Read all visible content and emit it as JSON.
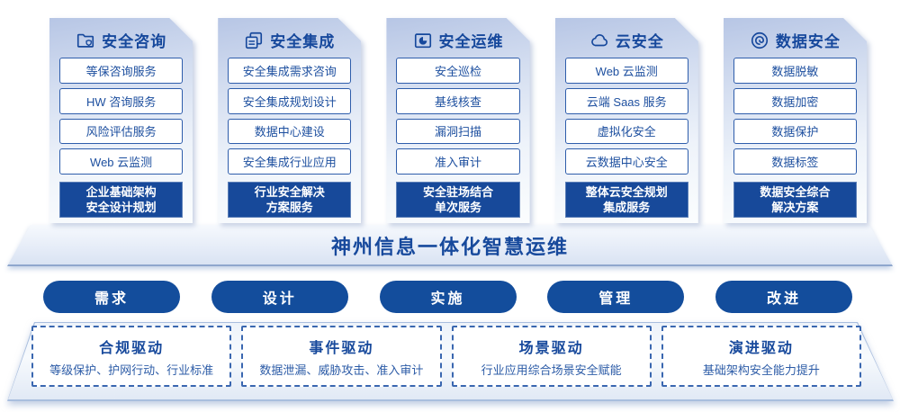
{
  "palette": {
    "primary_blue": "#16489C",
    "item_border": "#2E5DAB",
    "item_text": "#1D4F9F",
    "cta_bg": "#17499A",
    "pill_bg": "#134D9C",
    "dashed_border": "#3A67B0",
    "card_gradient_top": "#B7C6E5",
    "platform_edge": "#A9BEDE",
    "banner_bottom_line": "#8FA7CD"
  },
  "columns": [
    {
      "title": "安全咨询",
      "icon": "folder-shield-icon",
      "items": [
        "等保咨询服务",
        "HW 咨询服务",
        "风险评估服务",
        "Web 云监测"
      ],
      "cta": [
        "企业基础架构",
        "安全设计规划"
      ]
    },
    {
      "title": "安全集成",
      "icon": "copy-docs-icon",
      "items": [
        "安全集成需求咨询",
        "安全集成规划设计",
        "数据中心建设",
        "安全集成行业应用"
      ],
      "cta": [
        "行业安全解决",
        "方案服务"
      ]
    },
    {
      "title": "安全运维",
      "icon": "box-clock-icon",
      "items": [
        "安全巡检",
        "基线核查",
        "漏洞扫描",
        "准入审计"
      ],
      "cta": [
        "安全驻场结合",
        "单次服务"
      ]
    },
    {
      "title": "云安全",
      "icon": "cloud-icon",
      "items": [
        "Web 云监测",
        "云端 Saas 服务",
        "虚拟化安全",
        "云数据中心安全"
      ],
      "cta": [
        "整体云安全规划",
        "集成服务"
      ]
    },
    {
      "title": "数据安全",
      "icon": "data-swirl-icon",
      "items": [
        "数据脱敏",
        "数据加密",
        "数据保护",
        "数据标签"
      ],
      "cta": [
        "数据安全综合",
        "解决方案"
      ]
    }
  ],
  "banner": {
    "title": "神州信息一体化智慧运维"
  },
  "pills": [
    "需求",
    "设计",
    "实施",
    "管理",
    "改进"
  ],
  "drivers": [
    {
      "title": "合规驱动",
      "subtitle": "等级保护、护网行动、行业标准"
    },
    {
      "title": "事件驱动",
      "subtitle": "数据泄漏、威胁攻击、准入审计"
    },
    {
      "title": "场景驱动",
      "subtitle": "行业应用综合场景安全赋能"
    },
    {
      "title": "演进驱动",
      "subtitle": "基础架构安全能力提升"
    }
  ]
}
